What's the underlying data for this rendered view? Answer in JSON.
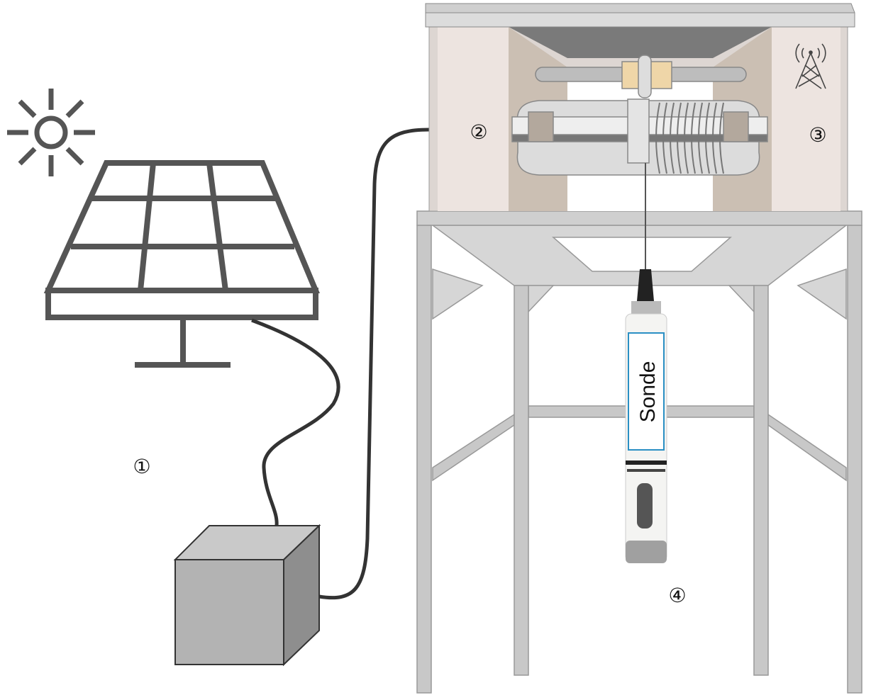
{
  "labels": {
    "power": "①",
    "winch_controller": "②",
    "telemetry": "③",
    "sonde": "④"
  },
  "sonde_label": "Sonde",
  "icons": [
    "sun-icon",
    "solar-panel-icon",
    "battery-box",
    "antenna-tower-icon"
  ],
  "colors": {
    "icon_gray": "#555555",
    "cable": "#333333",
    "frame": "#c8c8c8",
    "panel": "#ece3df",
    "panel_inner": "#cbbfb3",
    "sonde_label_border": "#2a8fc4"
  }
}
